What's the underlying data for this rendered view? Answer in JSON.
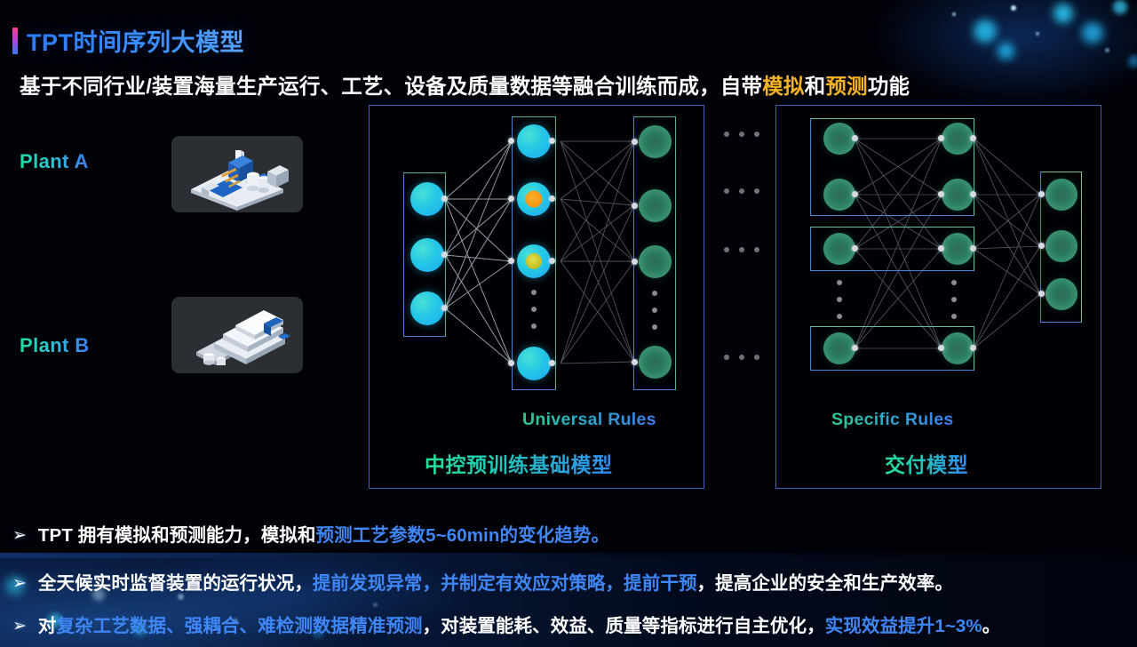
{
  "title": {
    "text": "TPT时间序列大模型",
    "accent_bar_colors": [
      "#ff3d8b",
      "#2f7bff"
    ],
    "color": "#2f7dfc"
  },
  "subtitle": {
    "part1": "基于不同行业/装置海量生产运行、工艺、设备及质量数据等融合训练而成，自带",
    "highlight1": "模拟",
    "part2": "和",
    "highlight2": "预测",
    "part3": "功能",
    "highlight_color": "#f5b324"
  },
  "plants": [
    {
      "label": "Plant A",
      "thumb_name": "plant-a-illustration"
    },
    {
      "label": "Plant B",
      "thumb_name": "plant-b-illustration"
    }
  ],
  "diagram": {
    "left_panel": {
      "sublabel": "Universal Rules",
      "caption": "中控预训练基础模型",
      "input_layer_nodes": 3,
      "hidden_layer_nodes": 4,
      "hidden_layer_has_ellipsis": true,
      "output_layer_nodes": 4,
      "output_layer_has_ellipsis": true,
      "node_color_input": "#24c8e6",
      "node_color_hidden": "#24c8e6",
      "node_color_output": "#3a9470",
      "special_cores": [
        "orange",
        "yellow"
      ]
    },
    "right_panel": {
      "sublabel": "Specific Rules",
      "caption": "交付模型",
      "group_boxes": 3,
      "nodes_per_group": 2,
      "group_has_ellipsis": true,
      "output_layer_nodes": 3,
      "node_color": "#3a9470"
    },
    "separator_dot_rows": 4,
    "panel_border_color": "#3f5fbe",
    "layer_box_border_colors": [
      "#4b7fd8",
      "#55b58e"
    ]
  },
  "bullets": [
    {
      "marker": "➢",
      "segments": [
        {
          "text": "TPT 拥有模拟和预测能力，模拟和",
          "color": "white"
        },
        {
          "text": "预测工艺参数5~60min的变化趋势。",
          "color": "blue"
        }
      ]
    },
    {
      "marker": "➢",
      "segments": [
        {
          "text": "全天候实时监督装置的运行状况，",
          "color": "white"
        },
        {
          "text": "提前发现异常，并制定有效应对策略，提前干预",
          "color": "blue"
        },
        {
          "text": "，提高企业的安全和生产效率。",
          "color": "white"
        }
      ]
    },
    {
      "marker": "➢",
      "segments": [
        {
          "text": "对",
          "color": "white"
        },
        {
          "text": "复杂工艺数据、强耦合、难检测数据精准预测",
          "color": "blue"
        },
        {
          "text": "，对装置能耗、效益、质量等指标进行自主优化，",
          "color": "white"
        },
        {
          "text": "实现效益提升1~3%",
          "color": "blue"
        },
        {
          "text": "。",
          "color": "white"
        }
      ]
    }
  ],
  "colors": {
    "background": "#010108",
    "accent_blue": "#3f86f6",
    "accent_gold": "#f5b324",
    "accent_green": "#25e39a",
    "node_cyan": "#24c8e6",
    "node_green": "#3a9470"
  }
}
